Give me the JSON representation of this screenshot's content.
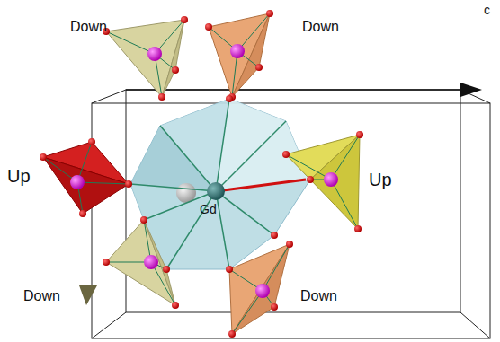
{
  "diagram": {
    "labels": [
      "Down",
      "Down",
      "Up",
      "Gd",
      "Up",
      "Down",
      "Down",
      "c"
    ]
  }
}
